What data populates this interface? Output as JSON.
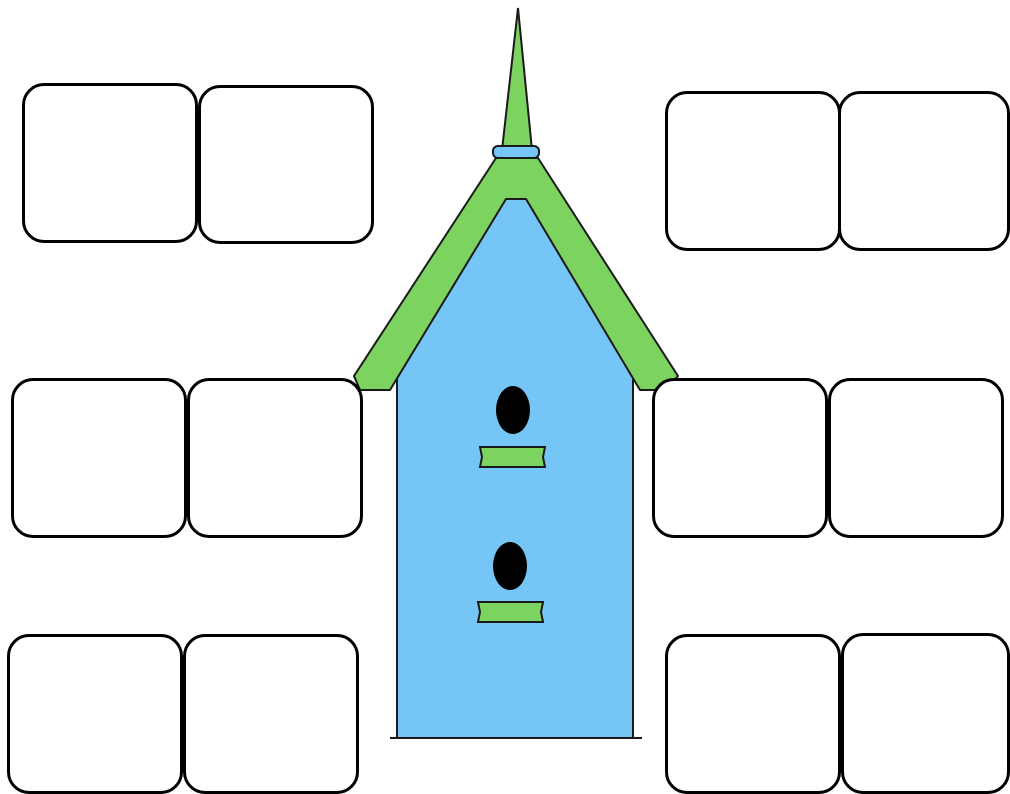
{
  "colors": {
    "house_body": "#75C6F6",
    "roof": "#7DD35F",
    "outline": "#1a1a1a",
    "hole": "#000000",
    "box_border": "#000000",
    "background": "#ffffff"
  },
  "box_groups": [
    {
      "name": "top-left",
      "boxes": [
        "",
        ""
      ]
    },
    {
      "name": "top-right",
      "boxes": [
        "",
        ""
      ]
    },
    {
      "name": "middle-left",
      "boxes": [
        "",
        ""
      ]
    },
    {
      "name": "middle-right",
      "boxes": [
        "",
        ""
      ]
    },
    {
      "name": "bottom-left",
      "boxes": [
        "",
        ""
      ]
    },
    {
      "name": "bottom-right",
      "boxes": [
        "",
        ""
      ]
    }
  ],
  "birdhouse": {
    "entrance_holes": 2,
    "perches": 2
  }
}
